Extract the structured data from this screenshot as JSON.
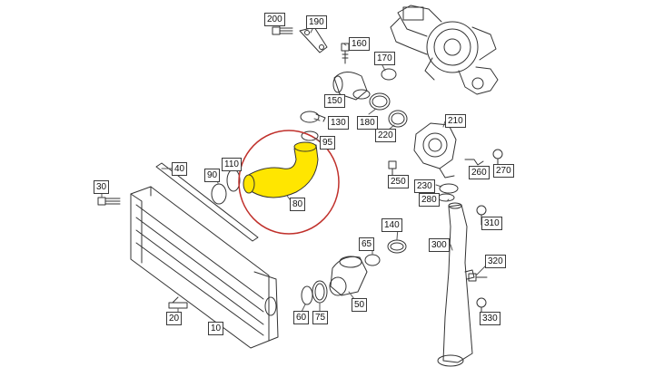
{
  "diagram": {
    "highlight_color": "#ffe600",
    "circle_color": "#c0302b",
    "line_color": "#333333",
    "callouts": [
      {
        "id": "200",
        "text": "200"
      },
      {
        "id": "190",
        "text": "190"
      },
      {
        "id": "160",
        "text": "160"
      },
      {
        "id": "170",
        "text": "170"
      },
      {
        "id": "150",
        "text": "150"
      },
      {
        "id": "130",
        "text": "130"
      },
      {
        "id": "180",
        "text": "180"
      },
      {
        "id": "220",
        "text": "220"
      },
      {
        "id": "210",
        "text": "210"
      },
      {
        "id": "95",
        "text": "95"
      },
      {
        "id": "40",
        "text": "40"
      },
      {
        "id": "110",
        "text": "110"
      },
      {
        "id": "90",
        "text": "90"
      },
      {
        "id": "80",
        "text": "80"
      },
      {
        "id": "30",
        "text": "30"
      },
      {
        "id": "250",
        "text": "250"
      },
      {
        "id": "230",
        "text": "230"
      },
      {
        "id": "280",
        "text": "280"
      },
      {
        "id": "260",
        "text": "260"
      },
      {
        "id": "270",
        "text": "270"
      },
      {
        "id": "310",
        "text": "310"
      },
      {
        "id": "140",
        "text": "140"
      },
      {
        "id": "65",
        "text": "65"
      },
      {
        "id": "300",
        "text": "300"
      },
      {
        "id": "320",
        "text": "320"
      },
      {
        "id": "330",
        "text": "330"
      },
      {
        "id": "50",
        "text": "50"
      },
      {
        "id": "60",
        "text": "60"
      },
      {
        "id": "75",
        "text": "75"
      },
      {
        "id": "20",
        "text": "20"
      },
      {
        "id": "10",
        "text": "10"
      }
    ]
  }
}
